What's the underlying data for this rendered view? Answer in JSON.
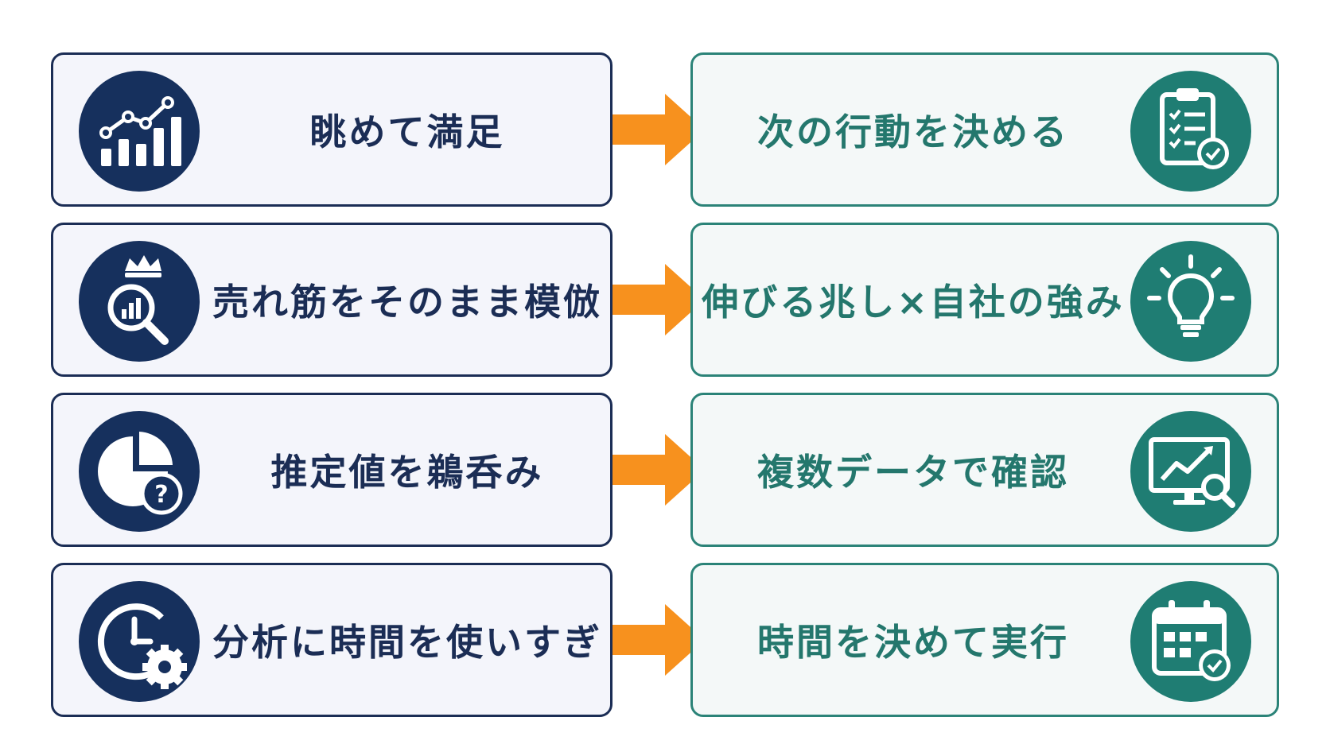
{
  "rows": [
    {
      "before": "眺めて満足",
      "after": "次の行動を決める",
      "before_icon": "bar-chart-trend-icon",
      "after_icon": "clipboard-checklist-icon"
    },
    {
      "before": "売れ筋をそのまま模倣",
      "after": "伸びる兆し×自社の強み",
      "before_icon": "crown-magnifier-chart-icon",
      "after_icon": "lightbulb-icon"
    },
    {
      "before": "推定値を鵜呑み",
      "after": "複数データで確認",
      "before_icon": "pie-chart-question-icon",
      "after_icon": "monitor-chart-magnifier-icon"
    },
    {
      "before": "分析に時間を使いすぎ",
      "after": "時間を決めて実行",
      "before_icon": "clock-gear-icon",
      "after_icon": "calendar-check-icon"
    }
  ],
  "colors": {
    "navy": "#16305d",
    "teal": "#1f7d73",
    "orange": "#f7911e",
    "left_box_bg": "#f4f5fb",
    "right_box_bg": "#f4f8f8"
  }
}
